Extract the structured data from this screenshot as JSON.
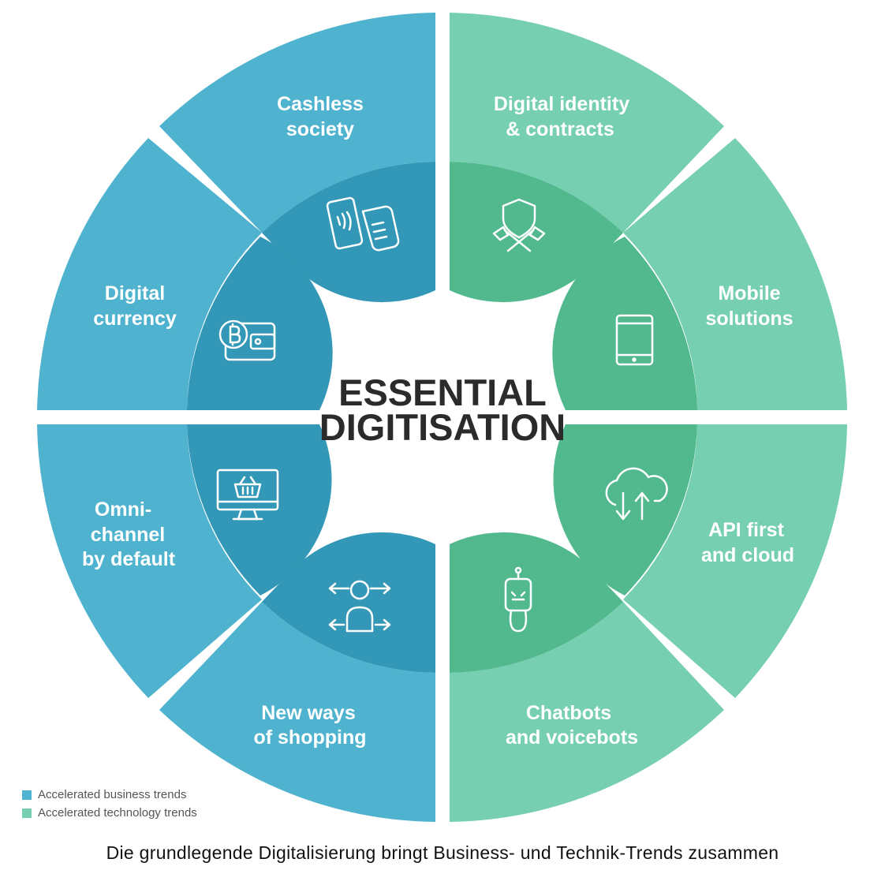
{
  "center": {
    "line1": "ESSENTIAL",
    "line2": "DIGITISATION"
  },
  "colors": {
    "business_outer": "#4FB3CF",
    "business_inner": "#3398B7",
    "tech_outer": "#76CFB0",
    "tech_inner": "#52B98F",
    "center_text": "#2B2B2B"
  },
  "segments": [
    {
      "id": "cashless",
      "group": "business",
      "line1": "Cashless",
      "line2": "society",
      "icon": "contactless-payment-icon"
    },
    {
      "id": "identity",
      "group": "technology",
      "line1": "Digital identity",
      "line2": "& contracts",
      "icon": "shield-icon"
    },
    {
      "id": "mobile",
      "group": "technology",
      "line1": "Mobile",
      "line2": "solutions",
      "icon": "tablet-icon"
    },
    {
      "id": "api",
      "group": "technology",
      "line1": "API first",
      "line2": "and cloud",
      "icon": "cloud-sync-icon"
    },
    {
      "id": "chatbots",
      "group": "technology",
      "line1": "Chatbots",
      "line2": "and voicebots",
      "icon": "robot-icon"
    },
    {
      "id": "shopping",
      "group": "business",
      "line1": "New ways",
      "line2": "of shopping",
      "icon": "user-arrows-icon"
    },
    {
      "id": "omni",
      "group": "business",
      "line1": "Omni-",
      "line2": "channel",
      "line3": "by default",
      "icon": "monitor-basket-icon"
    },
    {
      "id": "currency",
      "group": "business",
      "line1": "Digital",
      "line2": "currency",
      "icon": "bitcoin-wallet-icon"
    }
  ],
  "legend": [
    {
      "label": "Accelerated business trends",
      "color": "#4FB3CF"
    },
    {
      "label": "Accelerated technology trends",
      "color": "#76CFB0"
    }
  ],
  "caption": "Die grundlegende Digitalisierung bringt Business- und Technik-Trends zusammen"
}
